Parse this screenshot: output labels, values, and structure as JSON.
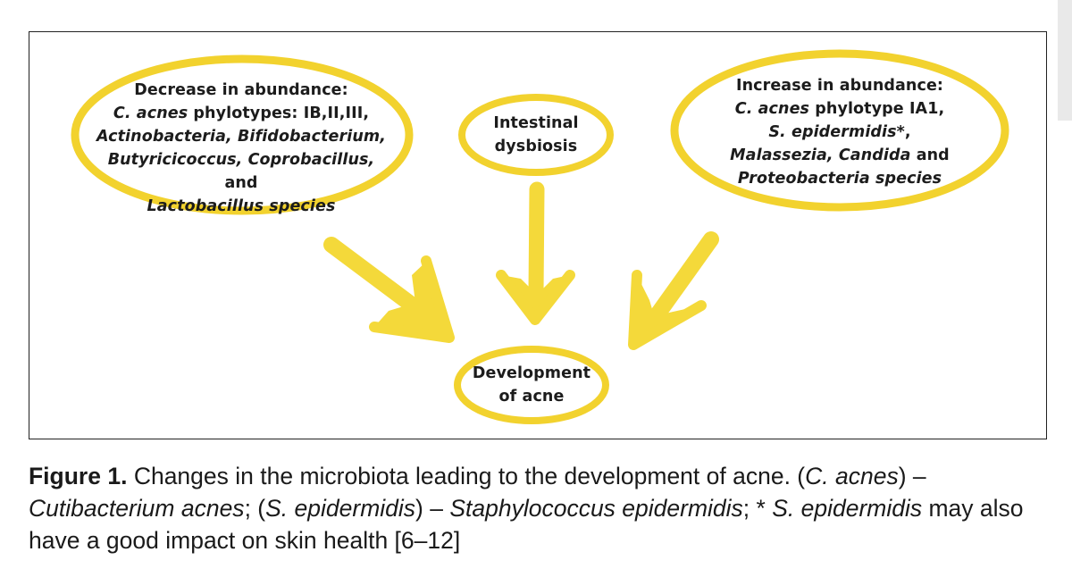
{
  "colors": {
    "oval_outline": "#f2d22e",
    "arrow_fill": "#f4d93a",
    "frame": "#222222",
    "text": "#1c1c1c"
  },
  "left_oval": {
    "heading": "Decrease in abundance:",
    "line1_italic": "C. acnes",
    "line1_rest": " phylotypes: IB,II,III,",
    "line2": "Actinobacteria, Bifidobacterium,",
    "line3_italic": "Butyricicoccus, Coprobacillus,",
    "line3_rest": " and",
    "line4": "Lactobacillus species"
  },
  "center_top_oval": {
    "line1": "Intestinal",
    "line2": "dysbiosis"
  },
  "right_oval": {
    "heading": "Increase in abundance:",
    "line1_italic": "C. acnes",
    "line1_rest": " phylotype IA1,",
    "line2_italic": "S. epidermidis",
    "line2_rest": "*,",
    "line3_italic": "Malassezia, Candida",
    "line3_rest": " and",
    "line4": "Proteobacteria species"
  },
  "bottom_oval": {
    "line1": "Development",
    "line2": "of acne"
  },
  "caption": {
    "label": "Figure 1.",
    "text1": " Changes in the microbiota leading to the development of acne. (",
    "it1": "C. acnes",
    "text2": ") – ",
    "it2": "Cutibacterium acnes",
    "text3": "; (",
    "it3": "S. epidermidis",
    "text4": ") – ",
    "it4": "Staphylococcus epidermidis",
    "text5": "; * ",
    "it5": "S. epidermidis",
    "text6": " may also have a good impact on skin health [6–12]"
  }
}
